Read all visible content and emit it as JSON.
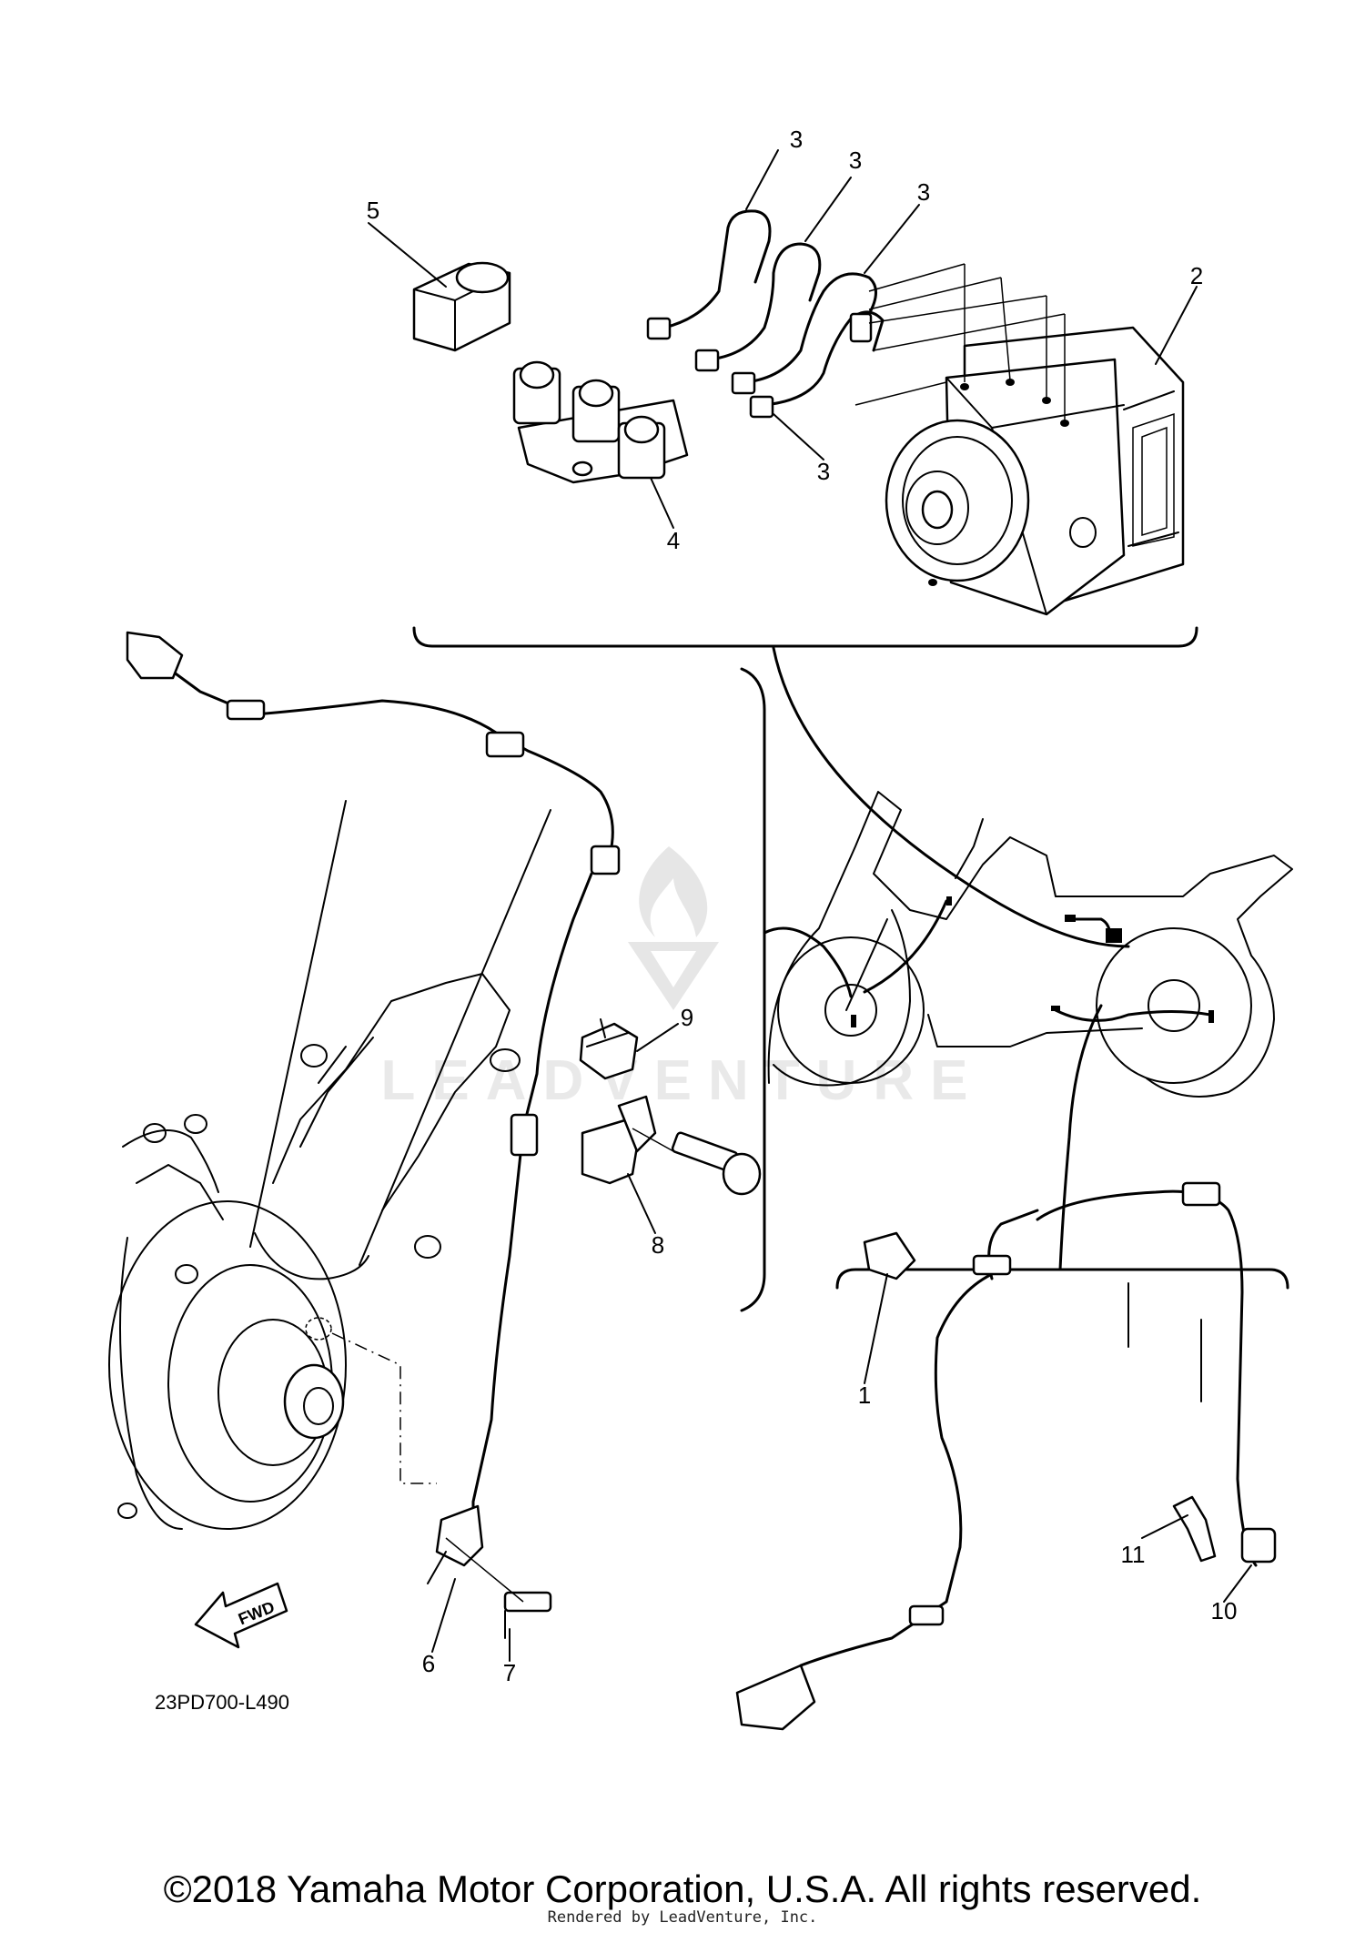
{
  "callouts": {
    "c1": "1",
    "c2": "2",
    "c3a": "3",
    "c3b": "3",
    "c3c": "3",
    "c3d": "3",
    "c4": "4",
    "c5": "5",
    "c6": "6",
    "c7": "7",
    "c8": "8",
    "c9": "9",
    "c10": "10",
    "c11": "11"
  },
  "fwd_arrow": {
    "label": "FWD"
  },
  "diagram_code": "23PD700-L490",
  "watermark": {
    "text": "LEADVENTURE"
  },
  "footer": {
    "copyright": "©2018 Yamaha Motor Corporation, U.S.A. All rights reserved.",
    "rendered_by": "Rendered by LeadVenture, Inc."
  }
}
